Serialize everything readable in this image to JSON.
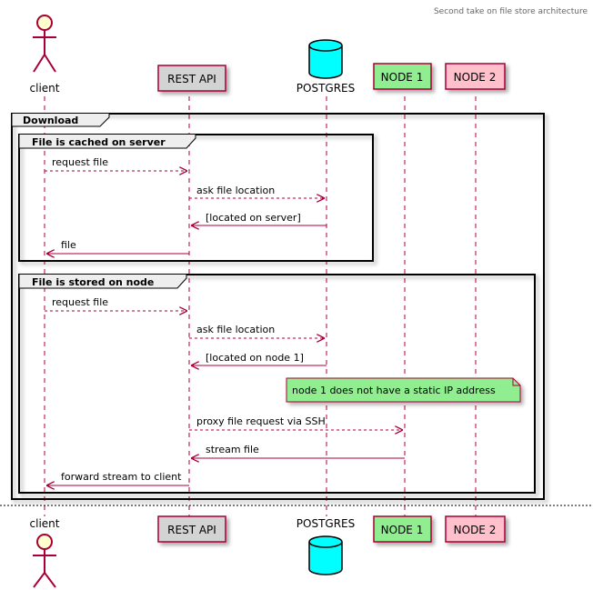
{
  "title": "Second take on file store architecture",
  "participants": {
    "client": "client",
    "rest_api": "REST API",
    "postgres": "POSTGRES",
    "node1": "NODE 1",
    "node2": "NODE 2"
  },
  "colors": {
    "actor_fill": "#FEFECE",
    "actor_stroke": "#A80036",
    "rest_fill": "#D3D3D3",
    "db_fill": "#00FFFF",
    "node1_fill": "#90EE90",
    "node2_fill": "#FFC0CB",
    "arrow": "#A80036",
    "note_fill": "#90EE90"
  },
  "groups": {
    "outer": "Download",
    "cached": "File is cached on server",
    "stored": "File is stored on node"
  },
  "messages": {
    "m1": "request file",
    "m2": "ask file location",
    "m3": "[located on server]",
    "m4": "file",
    "m5": "request file",
    "m6": "ask file location",
    "m7": "[located on node 1]",
    "m8": "proxy file request via SSH",
    "m9": "stream file",
    "m10": "forward stream to client"
  },
  "note": "node 1 does not have a static IP address"
}
